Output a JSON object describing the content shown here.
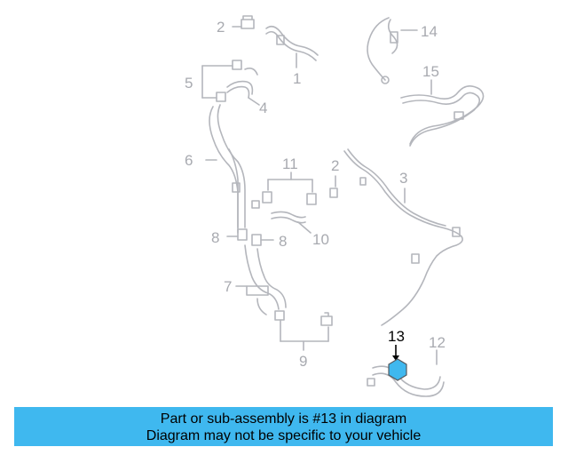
{
  "callouts": {
    "c1": "1",
    "c2a": "2",
    "c2b": "2",
    "c3": "3",
    "c4": "4",
    "c5": "5",
    "c6": "6",
    "c7": "7",
    "c8a": "8",
    "c8b": "8",
    "c9": "9",
    "c10": "10",
    "c11": "11",
    "c12": "12",
    "c13": "13",
    "c14": "14",
    "c15": "15"
  },
  "highlighted_part": "13",
  "colors": {
    "line_art": "#b4b6bc",
    "highlight": "#3fb8ef",
    "banner": "#3fb8ef"
  },
  "banner": {
    "line1": "Part or sub-assembly is #13 in diagram",
    "line2": "Diagram may not be specific to your vehicle"
  }
}
